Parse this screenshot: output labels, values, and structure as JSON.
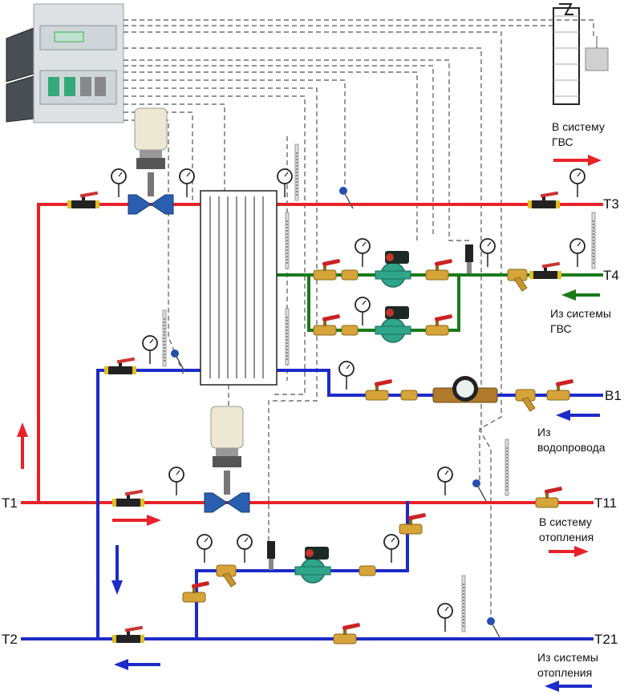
{
  "labels": {
    "t1": "T1",
    "t2": "T2",
    "t3": "T3",
    "t4": "T4",
    "t11": "T11",
    "t21": "T21",
    "b1": "B1",
    "to_dhw_1": "В систему",
    "to_dhw_2": "ГВС",
    "from_dhw_1": "Из системы",
    "from_dhw_2": "ГВС",
    "from_water_1": "Из",
    "from_water_2": "водопровода",
    "to_heat_1": "В систему",
    "to_heat_2": "отопления",
    "from_heat_1": "Из системы",
    "from_heat_2": "отопления"
  },
  "colors": {
    "supply_red": "#e8222a",
    "return_blue": "#1d2bc8",
    "dhw_green": "#1a7a1a",
    "signal_dash": "#555555"
  }
}
